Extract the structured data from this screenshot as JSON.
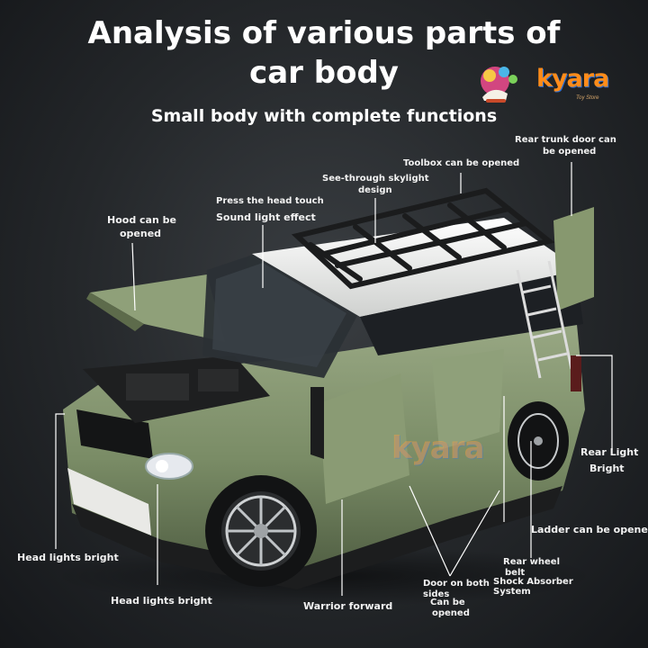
{
  "title_line1": "Analysis of various parts of",
  "title_line2": "car body",
  "subtitle": "Small body with complete functions",
  "brand": {
    "logo_text": "kyara",
    "tagline": "Toy Store",
    "watermark_text": "kyara"
  },
  "labels": {
    "rear_trunk_1": "Rear trunk door can",
    "rear_trunk_2": "be opened",
    "toolbox": "Toolbox can be opened",
    "skylight_1": "See-through skylight",
    "skylight_2": "design",
    "head_touch": "Press the head touch",
    "sound_light": "Sound light effect",
    "hood_1": "Hood can be",
    "hood_2": "opened",
    "rear_light_1": "Rear Light",
    "rear_light_2": "Bright",
    "ladder": "Ladder can be opened",
    "rear_wheel_1": "Rear wheel",
    "rear_wheel_2": "belt",
    "shock_1": "Shock Absorber",
    "shock_2": "System",
    "door_1": "Door on both",
    "door_2": "sides",
    "door_3": "Can be",
    "door_4": "opened",
    "warrior": "Warrior forward",
    "head_lights_left": "Head lights bright",
    "head_lights_bottom": "Head lights bright"
  },
  "colors": {
    "body_green": "#7d8f6a",
    "roof_white": "#f1f1ee",
    "rack_black": "#1b1c1d",
    "logo_orange": "#ff8c1a"
  }
}
